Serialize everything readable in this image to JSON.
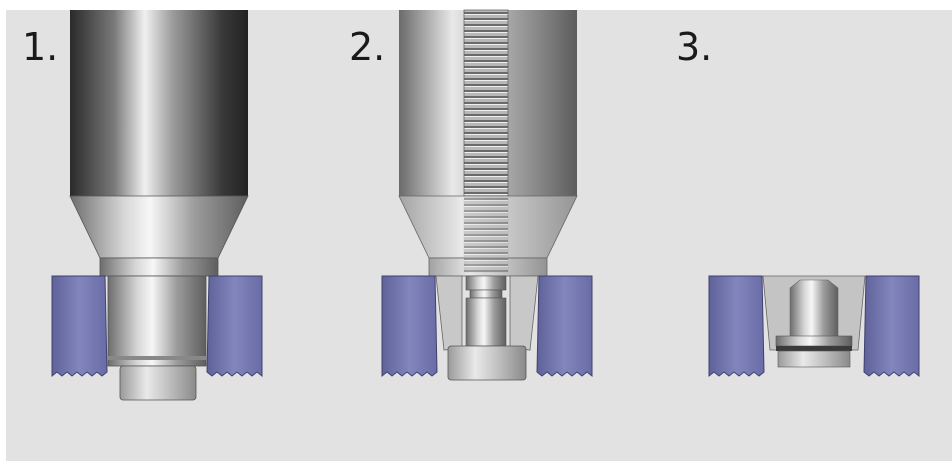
{
  "steps": [
    {
      "label": "1."
    },
    {
      "label": "2."
    },
    {
      "label": "3."
    }
  ],
  "colors": {
    "background": "#e1e2e1",
    "sheet_material": "#7b7db3",
    "steel_dark": "#2e2e2e",
    "steel_light": "#f2f2f2",
    "label": "#1a1a1a"
  }
}
